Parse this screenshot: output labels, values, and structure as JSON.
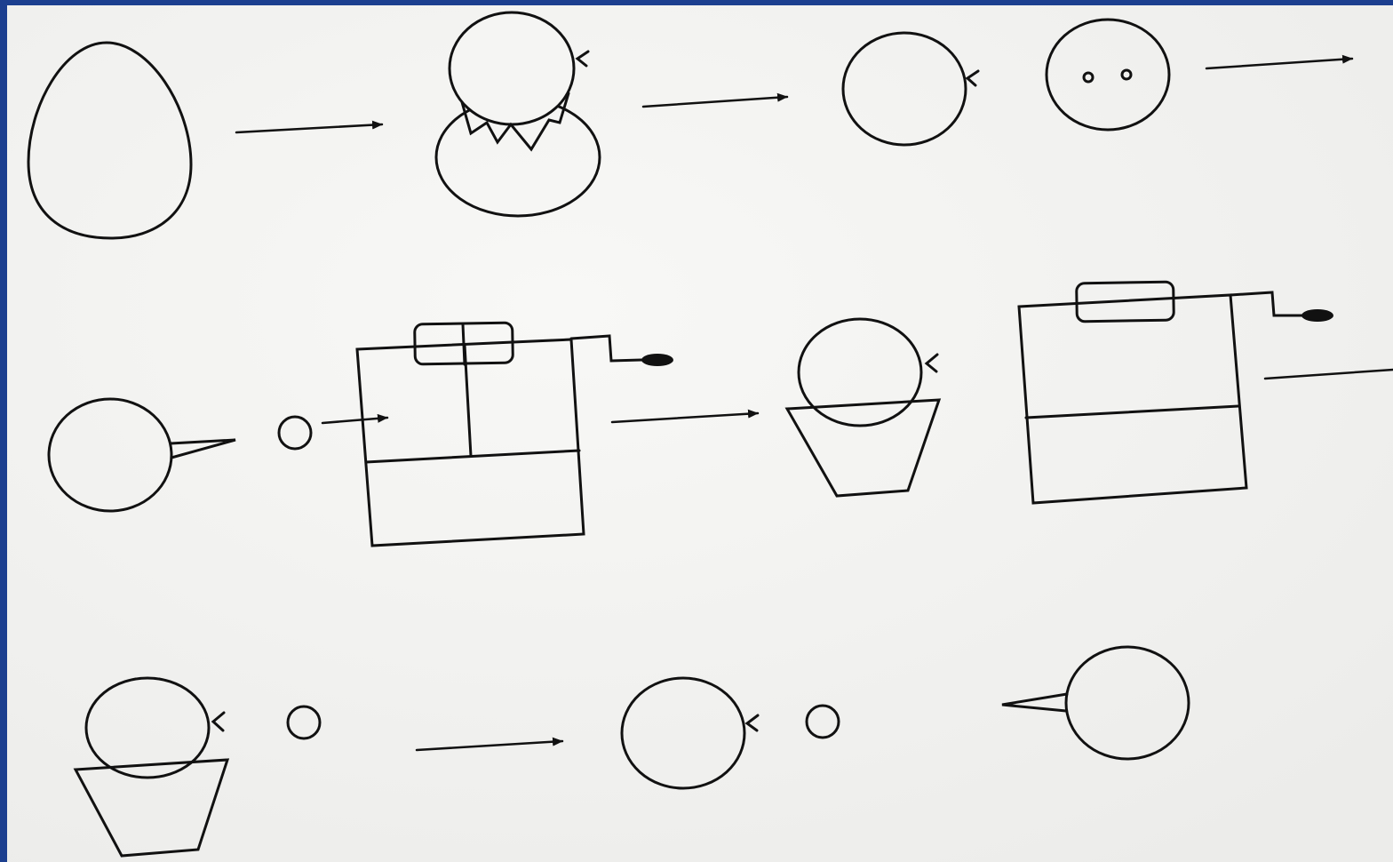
{
  "frame": {
    "border_color": "#1c3f8f",
    "paper_color": "#f4f4f2",
    "ink_color": "#111111"
  },
  "diagram": {
    "rows": [
      {
        "name": "row-1",
        "sequence": [
          "egg",
          "arrow",
          "chick-hatching-from-egg",
          "arrow",
          "chick-head",
          "chick-face-with-eyes",
          "arrow"
        ]
      },
      {
        "name": "row-2",
        "sequence": [
          "bird-with-beak",
          "small-circle",
          "arrow",
          "machine-with-divided-lid",
          "arrow",
          "chick-in-basket",
          "machine-with-plain-lid",
          "line"
        ]
      },
      {
        "name": "row-3",
        "sequence": [
          "chick-in-basket",
          "small-circle",
          "arrow",
          "chick-head",
          "small-circle",
          "bird-with-beak-facing-left"
        ]
      }
    ]
  }
}
